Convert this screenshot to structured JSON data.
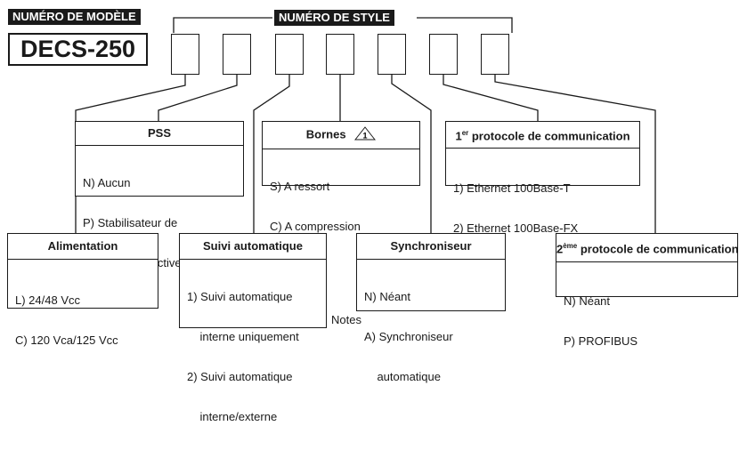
{
  "header": {
    "model_label": "NUMÉRO DE MODÈLE",
    "model_number": "DECS-250",
    "style_label": "NUMÉRO DE STYLE"
  },
  "options": {
    "pss": {
      "title": "PSS",
      "lines": [
        "N) Aucun",
        "P) Stabilisateur de",
        "    puissance active"
      ]
    },
    "bornes": {
      "title": "Bornes",
      "note_marker": "1",
      "lines": [
        "S) A ressort",
        "C) A compression"
      ]
    },
    "protocol1": {
      "title_sup": "er",
      "title_lead": "1",
      "title_rest": " protocole de communication",
      "lines": [
        "1) Ethernet 100Base-T",
        "2) Ethernet 100Base-FX"
      ]
    },
    "alimentation": {
      "title": "Alimentation",
      "lines": [
        "L) 24/48 Vcc",
        "C) 120 Vca/125 Vcc"
      ]
    },
    "suivi": {
      "title": "Suivi automatique",
      "lines": [
        "1) Suivi automatique",
        "    interne uniquement",
        "2) Suivi automatique",
        "    interne/externe"
      ]
    },
    "synchro": {
      "title": "Synchroniseur",
      "lines": [
        "N) Néant",
        "A) Synchroniseur",
        "    automatique"
      ]
    },
    "protocol2": {
      "title_lead": "2",
      "title_sup": "ème",
      "title_rest": " protocole de communication",
      "lines": [
        "N) Néant",
        "P) PROFIBUS"
      ]
    }
  },
  "footer": {
    "notes_label": "Notes"
  }
}
